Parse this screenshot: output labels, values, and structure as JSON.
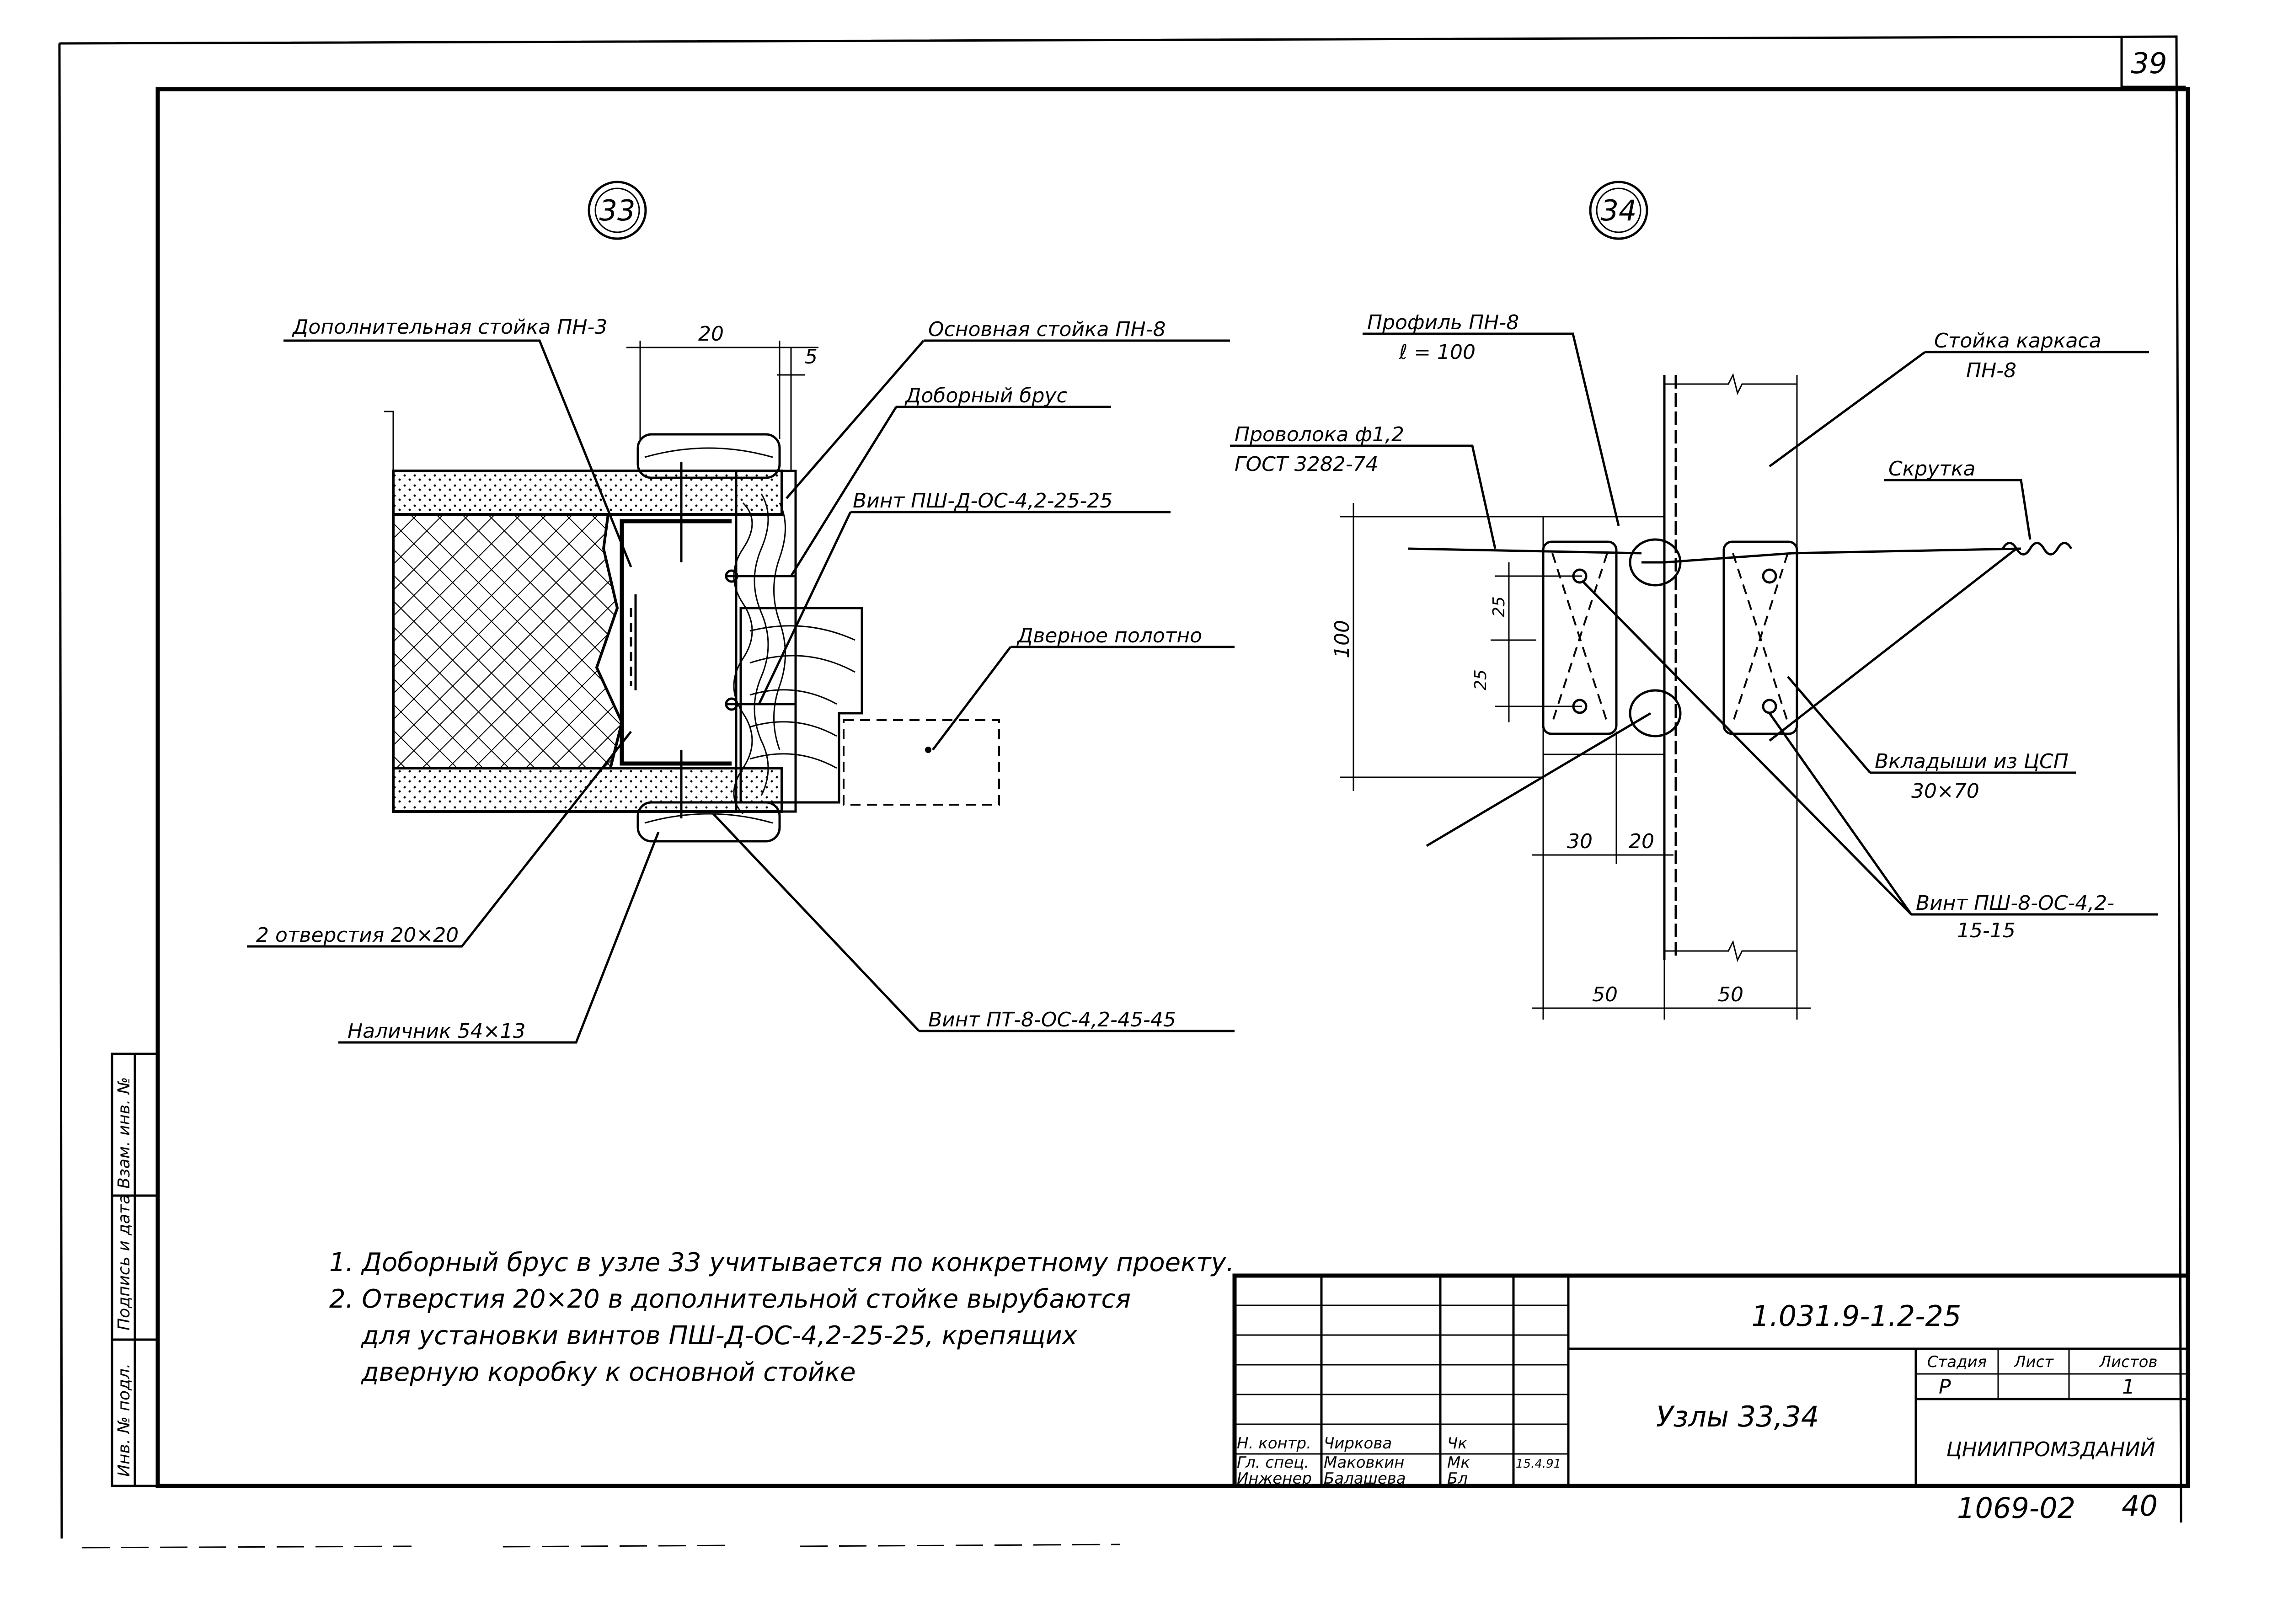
{
  "sheet": {
    "page_number": "39"
  },
  "nodes": [
    {
      "id": "33",
      "labels": {
        "additional_post": "Дополнительная стойка ПН-3",
        "main_post": "Основная стойка ПН-8",
        "extra_bar": "Доборный брус",
        "screw_top": "Винт ПШ-Д-ОС-4,2-25-25",
        "door_leaf": "Дверное полотно",
        "holes": "2 отверстия 20×20",
        "screw_bottom": "Винт ПТ-8-ОС-4,2-45-45",
        "casing": "Наличник 54×13"
      },
      "dims": {
        "width": "20",
        "gap": "5"
      }
    },
    {
      "id": "34",
      "labels": {
        "profile": "Профиль ПН-8",
        "profile_len": "ℓ = 100",
        "wire": "Проволока ф1,2",
        "wire_gost": "ГОСТ 3282-74",
        "frame_post": "Стойка каркаса",
        "frame_post_type": "ПН-8",
        "twist": "Скрутка",
        "inserts": "Вкладыши из ЦСП",
        "inserts_size": "30×70",
        "screw": "Винт ПШ-8-ОС-4,2-",
        "screw_size": "15-15"
      },
      "dims": {
        "height": "100",
        "spacing_a": "25",
        "spacing_b": "25",
        "w30": "30",
        "w20": "20",
        "half_a": "50",
        "half_b": "50"
      }
    }
  ],
  "notes": [
    "1. Доборный брус в узле 33 учитывается по конкретному проекту.",
    "2. Отверстия 20×20 в дополнительной стойке вырубаются",
    "для установки винтов ПШ-Д-ОС-4,2-25-25, крепящих",
    "дверную коробку к основной стойке"
  ],
  "side_stamp": [
    "Инв. № подл.",
    "Подпись и дата",
    "Взам. инв. №"
  ],
  "title_block": {
    "designation": "1.031.9-1.2-25",
    "title": "Узлы 33,34",
    "organization": "ЦНИИПРОМЗДАНИЙ",
    "stage_head": "Стадия",
    "sheet_head": "Лист",
    "sheets_head": "Листов",
    "stage": "Р",
    "sheets": "1",
    "rows": [
      {
        "role": "Н. контр.",
        "name": "Чиркова",
        "sign": "Чк",
        "date": ""
      },
      {
        "role": "Гл. спец.",
        "name": "Маковкин",
        "sign": "Мк",
        "date": "15.4.91"
      },
      {
        "role": "Инженер",
        "name": "Балашева",
        "sign": "Бл",
        "date": ""
      }
    ]
  },
  "footer": {
    "code": "1069-02",
    "num": "40"
  }
}
